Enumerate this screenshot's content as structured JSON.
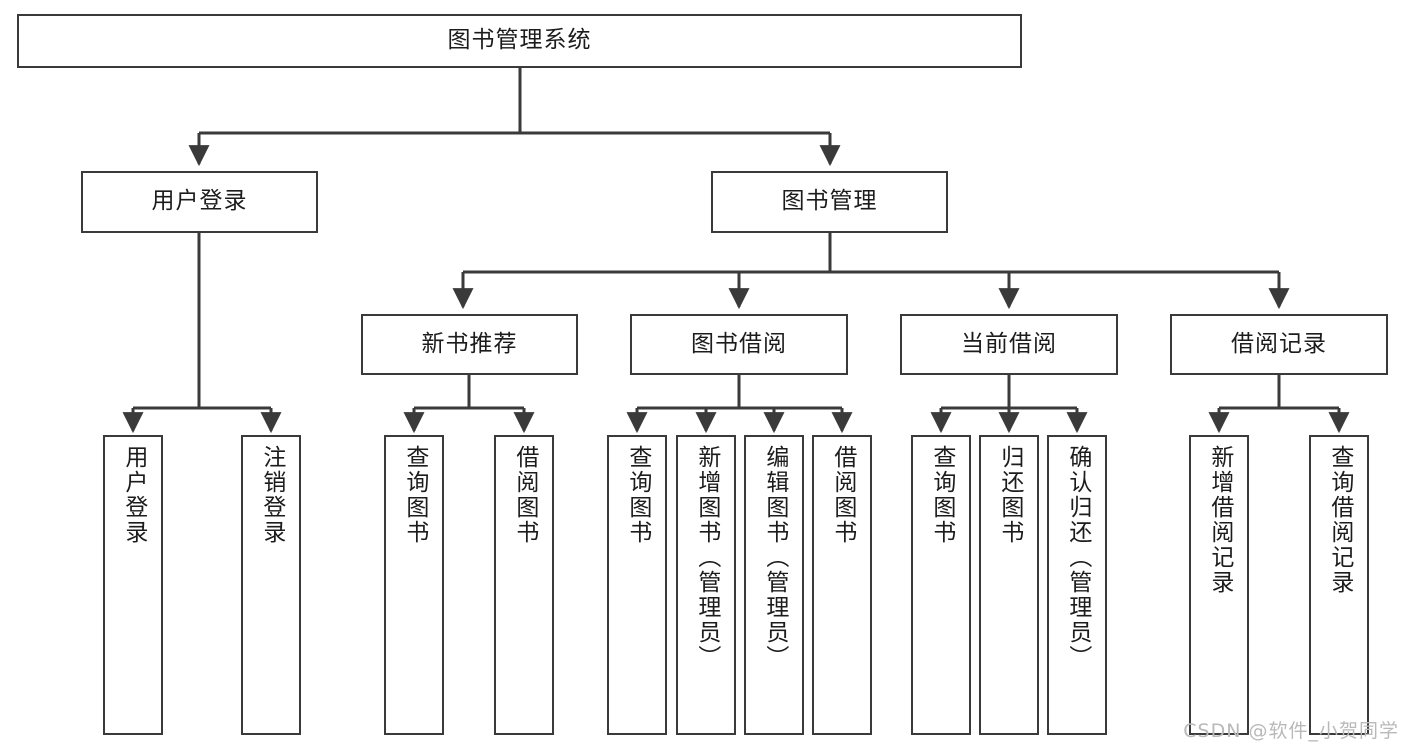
{
  "diagram": {
    "title": "图书管理系统",
    "watermark": "CSDN @软件_小贺同学",
    "stroke_color": "#3a3a3a",
    "text_color": "#1c1c1c",
    "background_color": "#ffffff",
    "root": {
      "label": "图书管理系统"
    },
    "level2": [
      {
        "label": "用户登录"
      },
      {
        "label": "图书管理"
      }
    ],
    "level3": [
      {
        "label": "新书推荐"
      },
      {
        "label": "图书借阅"
      },
      {
        "label": "当前借阅"
      },
      {
        "label": "借阅记录"
      }
    ],
    "leaves": {
      "user_login": [
        {
          "label": "用户登录"
        },
        {
          "label": "注销登录"
        }
      ],
      "new_book_recommend": [
        {
          "label": "查询图书"
        },
        {
          "label": "借阅图书"
        }
      ],
      "book_borrow": [
        {
          "label": "查询图书"
        },
        {
          "label": "新增图书（管理员）"
        },
        {
          "label": "编辑图书（管理员）"
        },
        {
          "label": "借阅图书"
        }
      ],
      "current_borrow": [
        {
          "label": "查询图书"
        },
        {
          "label": "归还图书"
        },
        {
          "label": "确认归还（管理员）"
        }
      ],
      "borrow_record": [
        {
          "label": "新增借阅记录"
        },
        {
          "label": "查询借阅记录"
        }
      ]
    }
  }
}
